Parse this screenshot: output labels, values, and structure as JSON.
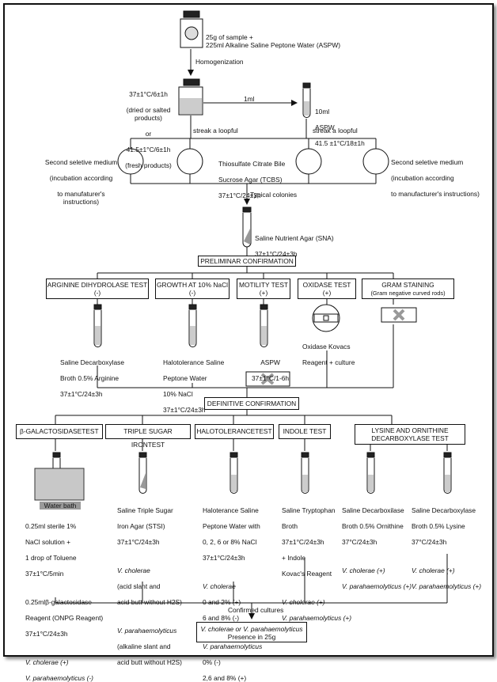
{
  "sample": {
    "line1": "25g of sample +",
    "line2": "225ml Alkaline Saline Peptone Water (ASPW)"
  },
  "homogenization": "Homogenization",
  "enrichment1": {
    "line1": "37±1°C/6±1h",
    "line2": "(dried or salted products)",
    "line3": "or",
    "line4": "41.5±1°C/6±1h",
    "line5": "(fresh products)"
  },
  "transfer": "1ml",
  "enrichment2": {
    "line1": "10ml",
    "line2": "ASPW",
    "line3": "41.5 ±1°C/18±1h"
  },
  "streak_left": "streak a loopful",
  "streak_right": "streak a loopful",
  "second_medium_left": {
    "line1": "Second seletive medium",
    "line2": "(incubation according",
    "line3": "to manufaturer's instructions)"
  },
  "tcbs": {
    "line1": "Thiosulfate Citrate Bile",
    "line2": "Sucrose Agar (TCBS)",
    "line3": "37±1°C/24±3h"
  },
  "second_medium_right": {
    "line1": "Second seletive medium",
    "line2": "(incubation according",
    "line3": "to manufacturer's instructions)"
  },
  "typical_colonies": "Typical colonies",
  "sna": {
    "line1": "Saline Nutrient Agar (SNA)",
    "line2": "37±1°C/24±3h"
  },
  "preliminar": "PRELIMINAR CONFIRMATION",
  "prelim_tests": [
    {
      "label": "ARGININE DIHYDROLASE TEST",
      "sign": "(-)"
    },
    {
      "label": "GROWTH AT 10% NaCl",
      "sign": "(-)"
    },
    {
      "label": "MOTILITY TEST",
      "sign": "(+)"
    },
    {
      "label": "OXIDASE TEST",
      "sign": "(+)"
    },
    {
      "label": "GRAM STAINING",
      "sign": "(Gram negative curved rods)"
    }
  ],
  "prelim_media": {
    "arginine": {
      "line1": "Saline Decarboxylase",
      "line2": "Broth 0.5% Arginine",
      "line3": "37±1°C/24±3h"
    },
    "halo": {
      "line1": "Halotolerance Saline",
      "line2": "Peptone Water",
      "line3": "10% NaCl",
      "line4": "37±1°C/24±3h"
    },
    "motility": {
      "line1": "ASPW",
      "line2": "37±1°C/1-6h"
    },
    "oxidase": {
      "line1": "Oxidase Kovacs",
      "line2": "Reagent + culture"
    }
  },
  "definitive": "DEFINITIVE CONFIRMATION",
  "def_tests": [
    {
      "label": "β-GALACTOSIDASETEST"
    },
    {
      "label": "TRIPLE SUGAR IRONTEST"
    },
    {
      "label": "HALOTOLERANCETEST"
    },
    {
      "label": "INDOLE TEST"
    },
    {
      "label": "LYSINE AND ORNITHINE DECARBOXYLASE TEST"
    }
  ],
  "water_bath": "Water bath",
  "galacto": {
    "line1": "0.25ml sterile 1%",
    "line2": "NaCl solution +",
    "line3": "1 drop of Toluene",
    "line4": "37±1°C/5min",
    "line5": "0.25mlβ-galactosidase",
    "line6": "Reagent (ONPG Reagent)",
    "line7": "37±1°C/24±3h",
    "cholerae": "V. cholerae (+)",
    "para": "V. parahaemolyticus (-)"
  },
  "tsi": {
    "line1": "Saline Triple Sugar",
    "line2": "Iron Agar (STSI)",
    "line3": "37±1°C/24±3h",
    "cholerae": "V. cholerae",
    "c1": "(acid slant and",
    "c2": "acid butt without H2S)",
    "para": "V. parahaemolyticus",
    "p1": "(alkaline slant and",
    "p2": "acid butt without H2S)"
  },
  "halotest": {
    "line1": "Haloterance Saline",
    "line2": "Peptone Water with",
    "line3": "0, 2, 6 or 8% NaCl",
    "line4": "37±1°C/24±3h",
    "cholerae": "V. cholerae",
    "c1": "0 and 2% (+)",
    "c2": "6 and 8% (-)",
    "para": "V. parahaemolyticus",
    "p1": "0% (-)",
    "p2": "2,6 and 8% (+)"
  },
  "indole": {
    "line1": "Saline Tryptophan",
    "line2": "Broth",
    "line3": "37±1°C/24±3h",
    "line4": "+ Indole",
    "line5": "Kovac's Reagent",
    "cholerae": "V. cholerae (+)",
    "para": "V. parahaemolyticus (+)"
  },
  "ornithine": {
    "line1": "Saline Decarboxilase",
    "line2": "Broth 0.5% Ornithine",
    "line3": "37°C/24±3h",
    "cholerae": "V. cholerae (+)",
    "para": "V. parahaemolyticus (+)"
  },
  "lysine": {
    "line1": "Saline Decarboxylase",
    "line2": "Broth 0.5% Lysine",
    "line3": "37°C/24±3h",
    "cholerae": "V. cholerae (+)",
    "para": "V. parahaemolyticus (+)"
  },
  "confirmed": "Confirmed cultures",
  "result": {
    "line1": "V. cholerae or V. parahaemolyticus",
    "line2": "Presence in 25g"
  }
}
